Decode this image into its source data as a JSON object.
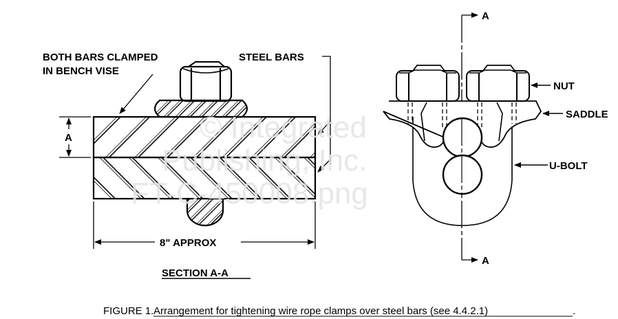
{
  "watermark": [
    "© Integrated",
    "Publishing, Inc.",
    "FT-C-450008.png"
  ],
  "left_view": {
    "label_vise_line1": "BOTH BARS CLAMPED",
    "label_vise_line2": "IN BENCH VISE",
    "label_steel_bars": "STEEL BARS",
    "dim_a": "A",
    "dim_length": "8\"  APPROX",
    "section_title": "SECTION A-A"
  },
  "right_view": {
    "section_mark_top": "A",
    "section_mark_bottom": "A",
    "label_nut": "NUT",
    "label_saddle": "SADDLE",
    "label_ubolt": "U-BOLT"
  },
  "caption": {
    "figure": "FIGURE 1.",
    "text": "Arrangement for tightening wire rope clamps over steel bars (see 4.4.2.1)",
    "period": "."
  }
}
